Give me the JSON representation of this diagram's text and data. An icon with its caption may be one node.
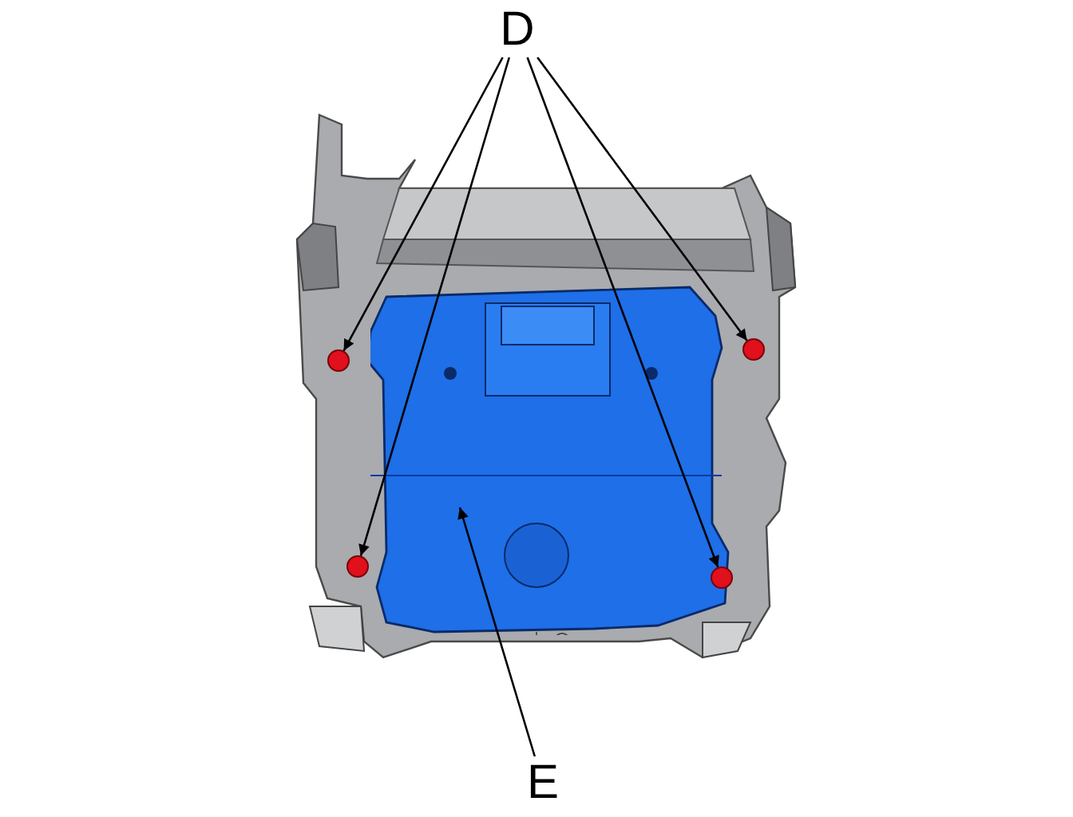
{
  "diagram": {
    "nodes": [
      {
        "text": [
          "D"
        ]
      },
      {
        "text": [],
        "shape": "circle"
      },
      {
        "text": [],
        "shape": "circle"
      },
      {
        "text": [],
        "shape": "circle"
      },
      {
        "text": [],
        "shape": "circle"
      },
      {
        "text": [
          "E"
        ]
      },
      {
        "text": [],
        "shape": "picture"
      }
    ],
    "edges": [
      {
        "from": 0,
        "to": 1,
        "arrow": "to"
      },
      {
        "from": 0,
        "to": 2,
        "arrow": "to"
      },
      {
        "from": 0,
        "to": 3,
        "arrow": "to"
      },
      {
        "from": 0,
        "to": 4,
        "arrow": "to"
      },
      {
        "from": 5,
        "to": 6,
        "arrow": "to"
      }
    ]
  }
}
